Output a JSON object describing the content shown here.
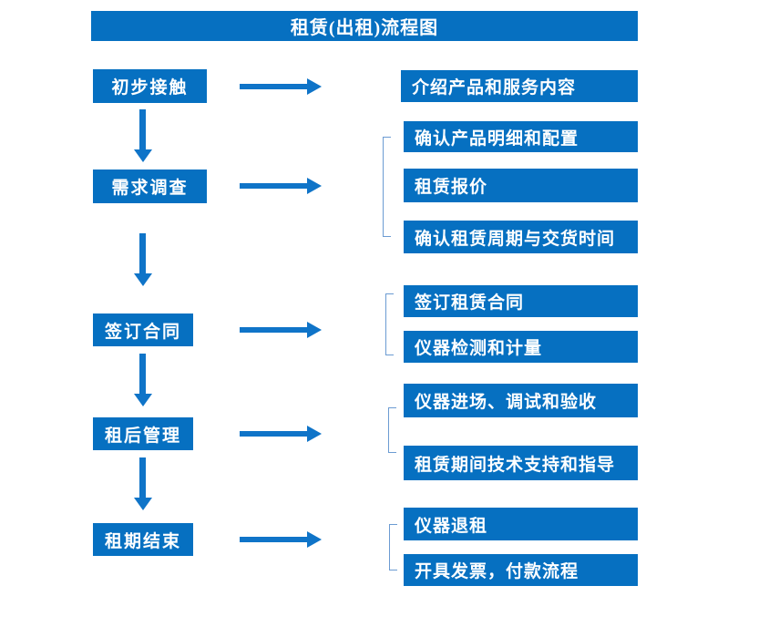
{
  "title": "租赁(出租)流程图",
  "colors": {
    "primary": "#0670C1",
    "arrow": "#0F74C8",
    "bracket": "#6B9BD2"
  },
  "flow": {
    "steps": [
      {
        "label": "初步接触",
        "details": [
          "介绍产品和服务内容"
        ]
      },
      {
        "label": "需求调查",
        "details": [
          "确认产品明细和配置",
          "租赁报价",
          "确认租赁周期与交货时间"
        ]
      },
      {
        "label": "签订合同",
        "details": [
          "签订租赁合同",
          "仪器检测和计量"
        ]
      },
      {
        "label": "租后管理",
        "details": [
          "仪器进场、调试和验收",
          "租赁期间技术支持和指导"
        ]
      },
      {
        "label": "租期结束",
        "details": [
          "仪器退租",
          "开具发票，付款流程"
        ]
      }
    ]
  }
}
